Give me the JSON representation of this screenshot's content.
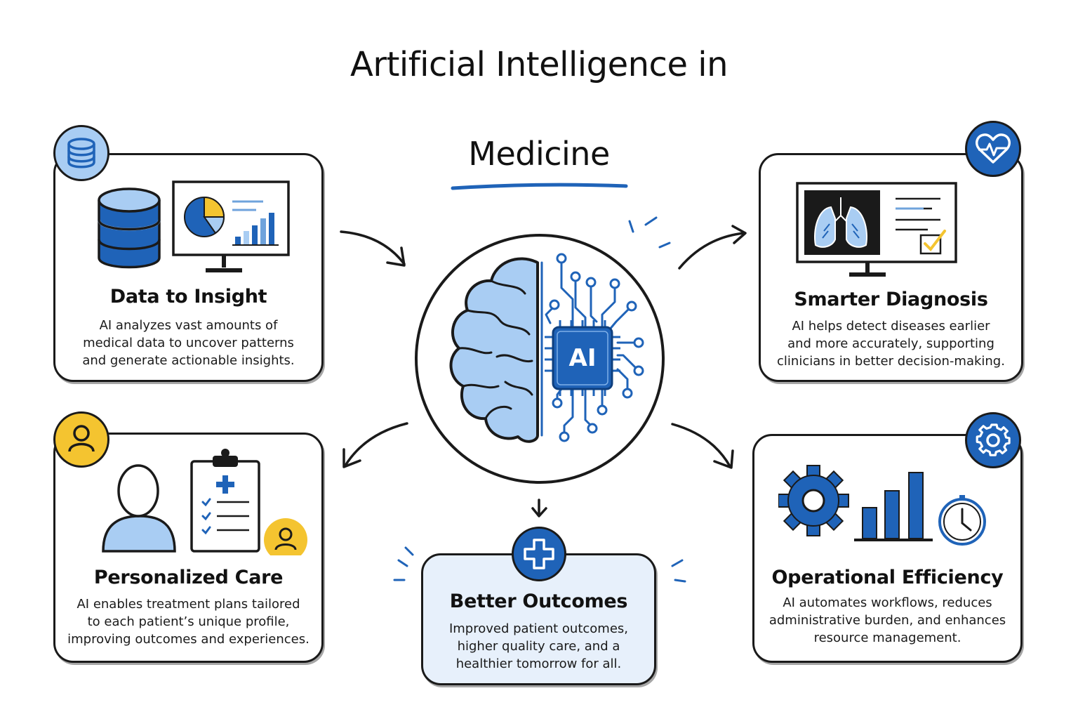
{
  "title": {
    "line1": "Artificial Intelligence in",
    "line2": "Medicine"
  },
  "hub": {
    "chip_label": "AI"
  },
  "cards": {
    "data_to_insight": {
      "title": "Data to Insight",
      "lines": [
        "AI analyzes vast amounts of",
        "medical data to uncover patterns",
        "and generate actionable insights."
      ]
    },
    "smarter_diagnosis": {
      "title": "Smarter Diagnosis",
      "lines": [
        "AI helps detect diseases earlier",
        "and more accurately, supporting",
        "clinicians in better decision-making."
      ]
    },
    "personalized_care": {
      "title": "Personalized Care",
      "lines": [
        "AI enables treatment plans tailored",
        "to each patient’s unique profile,",
        "improving outcomes and experiences."
      ]
    },
    "better_outcomes": {
      "title": "Better Outcomes",
      "lines": [
        "Improved patient outcomes,",
        "higher quality care, and a",
        "healthier tomorrow for all."
      ]
    },
    "operational_efficiency": {
      "title": "Operational Efficiency",
      "lines": [
        "AI automates workflows, reduces",
        "administrative burden, and enhances",
        "resource management."
      ]
    }
  },
  "icons": {
    "data_badge": "database-icon",
    "diagnosis_badge": "heartbeat-icon",
    "care_badge": "person-icon",
    "outcomes_badge": "medical-cross-icon",
    "efficiency_badge": "gear-icon"
  },
  "colors": {
    "brand_blue": "#1f63b8",
    "light_blue": "#a9cdf3",
    "card_center_bg": "#e7f0fb",
    "accent_yellow": "#f4c430",
    "ink": "#1a1a1a"
  }
}
